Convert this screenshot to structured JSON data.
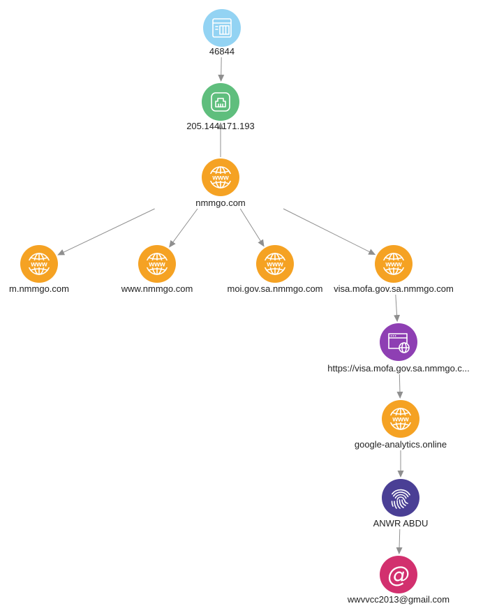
{
  "colors": {
    "as": "#93d3f3",
    "ip": "#5fbe7d",
    "domain": "#f5a223",
    "url": "#8e3fb3",
    "whois": "#4a3f95",
    "email": "#d2306e",
    "edge": "#8f8f8f",
    "label": "#222222"
  },
  "nodes": [
    {
      "id": "as",
      "type": "as",
      "icon": "server-rack-icon",
      "label": "46844"
    },
    {
      "id": "ip",
      "type": "ip",
      "icon": "network-port-icon",
      "label": "205.144.171.193"
    },
    {
      "id": "root",
      "type": "domain",
      "icon": "www-globe-icon",
      "label": "nmmgo.com"
    },
    {
      "id": "m",
      "type": "domain",
      "icon": "www-globe-icon",
      "label": "m.nmmgo.com"
    },
    {
      "id": "www",
      "type": "domain",
      "icon": "www-globe-icon",
      "label": "www.nmmgo.com"
    },
    {
      "id": "moi",
      "type": "domain",
      "icon": "www-globe-icon",
      "label": "moi.gov.sa.nmmgo.com"
    },
    {
      "id": "visa",
      "type": "domain",
      "icon": "www-globe-icon",
      "label": "visa.mofa.gov.sa.nmmgo.com"
    },
    {
      "id": "url",
      "type": "url",
      "icon": "web-page-globe-icon",
      "label": "https://visa.mofa.gov.sa.nmmgo.c..."
    },
    {
      "id": "ga",
      "type": "domain",
      "icon": "www-globe-icon",
      "label": "google-analytics.online"
    },
    {
      "id": "person",
      "type": "whois",
      "icon": "fingerprint-icon",
      "label": "ANWR ABDU"
    },
    {
      "id": "email",
      "type": "email",
      "icon": "at-sign-icon",
      "label": "wwvvcc2013@gmail.com"
    }
  ],
  "edges": [
    {
      "from": "as",
      "to": "ip"
    },
    {
      "from": "root",
      "to": "ip"
    },
    {
      "from": "root",
      "to": "m"
    },
    {
      "from": "root",
      "to": "www"
    },
    {
      "from": "root",
      "to": "moi"
    },
    {
      "from": "root",
      "to": "visa"
    },
    {
      "from": "visa",
      "to": "url"
    },
    {
      "from": "url",
      "to": "ga"
    },
    {
      "from": "ga",
      "to": "person"
    },
    {
      "from": "person",
      "to": "email"
    }
  ]
}
